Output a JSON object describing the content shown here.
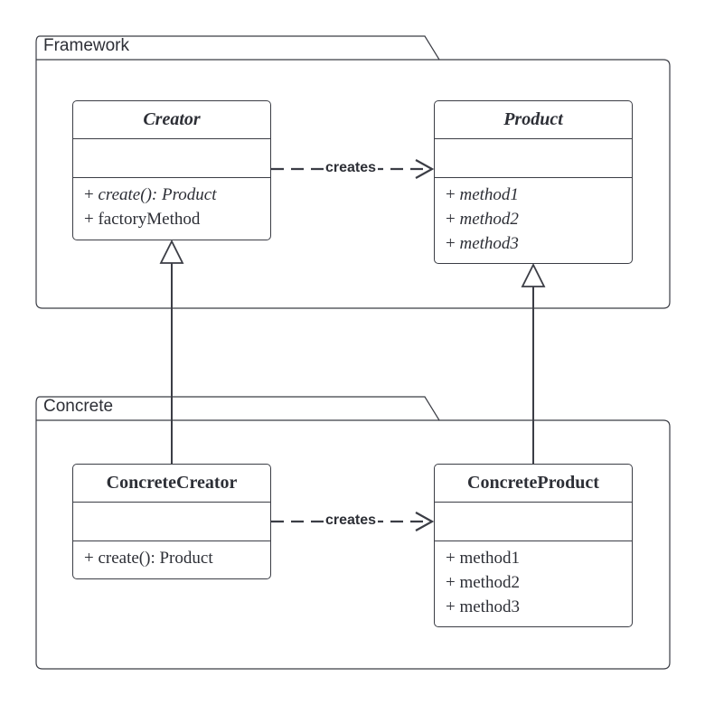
{
  "packages": {
    "framework": {
      "label": "Framework"
    },
    "concrete": {
      "label": "Concrete"
    }
  },
  "classes": {
    "creator": {
      "name": "Creator",
      "abstract": true,
      "operations": [
        {
          "visibility": "+",
          "signature": "create(): Product",
          "italic": true
        },
        {
          "visibility": "+",
          "signature": "factoryMethod",
          "italic": false
        }
      ]
    },
    "product": {
      "name": "Product",
      "abstract": true,
      "operations": [
        {
          "visibility": "+",
          "signature": "method1",
          "italic": true
        },
        {
          "visibility": "+",
          "signature": "method2",
          "italic": true
        },
        {
          "visibility": "+",
          "signature": "method3",
          "italic": true
        }
      ]
    },
    "concrete_creator": {
      "name": "ConcreteCreator",
      "abstract": false,
      "operations": [
        {
          "visibility": "+",
          "signature": "create(): Product",
          "italic": false
        }
      ]
    },
    "concrete_product": {
      "name": "ConcreteProduct",
      "abstract": false,
      "operations": [
        {
          "visibility": "+",
          "signature": "method1",
          "italic": false
        },
        {
          "visibility": "+",
          "signature": "method2",
          "italic": false
        },
        {
          "visibility": "+",
          "signature": "method3",
          "italic": false
        }
      ]
    }
  },
  "relations": {
    "creator_creates_product": {
      "type": "dependency",
      "label": "creates"
    },
    "concrete_creator_creates_concrete_product": {
      "type": "dependency",
      "label": "creates"
    },
    "concrete_creator_extends_creator": {
      "type": "generalization"
    },
    "concrete_product_extends_product": {
      "type": "generalization"
    }
  },
  "colors": {
    "stroke": "#3b3d45",
    "text": "#2d2f36",
    "background": "#ffffff"
  }
}
